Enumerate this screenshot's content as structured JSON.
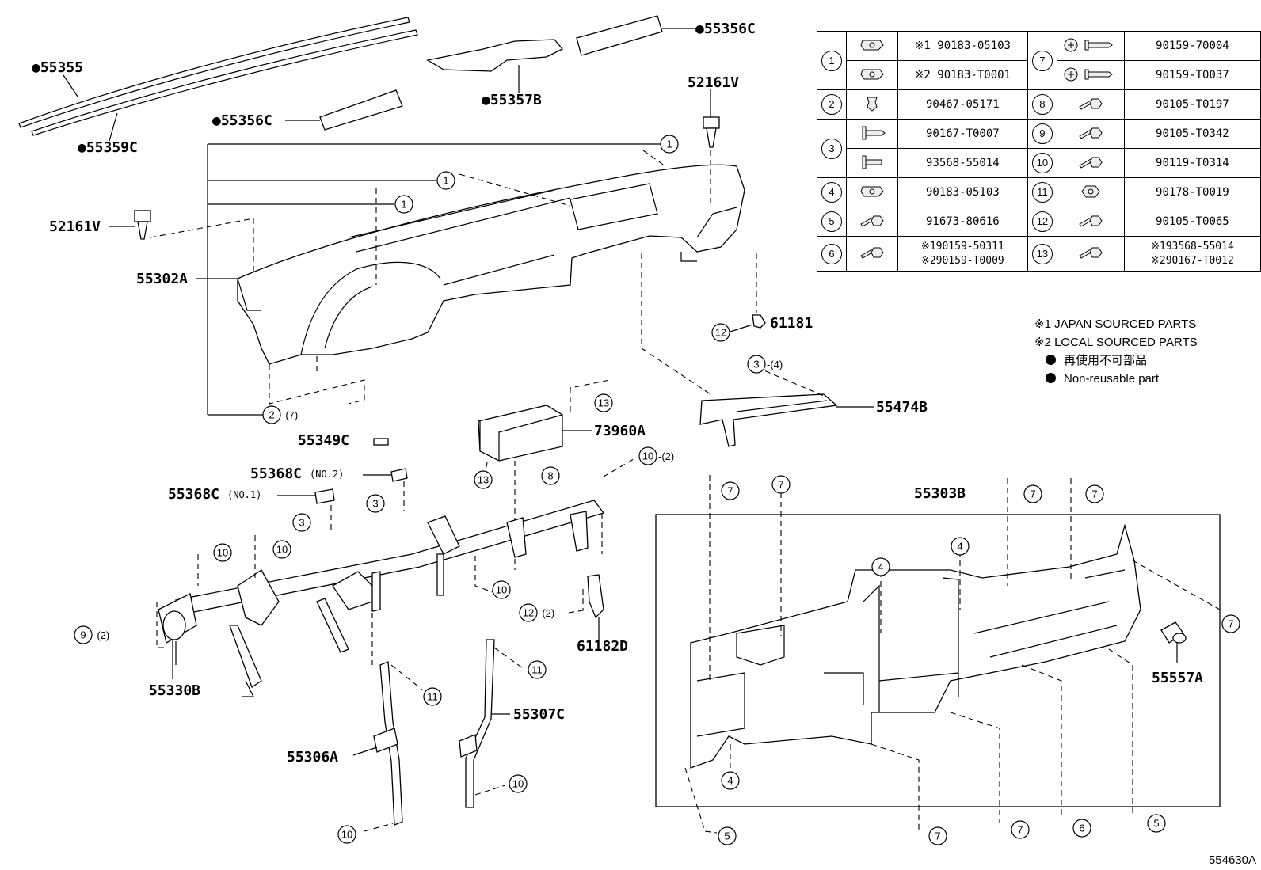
{
  "callouts": {
    "p55355": "●55355",
    "p55359c": "●55359C",
    "p55356c_top": "●55356C",
    "p55356c_mid": "●55356C",
    "p55357b": "●55357B",
    "p52161v_right": "52161V",
    "p52161v_left": "52161V",
    "p55302a": "55302A",
    "p61181": "61181",
    "p55474b": "55474B",
    "p73960a": "73960A",
    "p55349c": "55349C",
    "p55368c_no2": "55368C",
    "p55368c_no2_note": "(NO.2)",
    "p55368c_no1": "55368C",
    "p55368c_no1_note": "(NO.1)",
    "p55330b": "55330B",
    "p61182d": "61182D",
    "p55306a": "55306A",
    "p55307c": "55307C",
    "p55303b": "55303B",
    "p55557a": "55557A"
  },
  "markers": {
    "n1": "1",
    "n2": "2",
    "n3": "3",
    "n4": "4",
    "n5": "5",
    "n6": "6",
    "n7": "7",
    "n8": "8",
    "n9": "9",
    "n10": "10",
    "n11": "11",
    "n12": "12",
    "n13": "13",
    "q7": "-(7)",
    "q4": "-(4)",
    "q2": "-(2)"
  },
  "fastener_table": {
    "r1a_pn": "※1 90183-05103",
    "r1b_pn": "※2 90183-T0001",
    "r2_pn": "90467-05171",
    "r3a_pn": "90167-T0007",
    "r3b_pn": "93568-55014",
    "r4_pn": "90183-05103",
    "r5_pn": "91673-80616",
    "r6_pn_a": "※190159-50311",
    "r6_pn_b": "※290159-T0009",
    "r7a_pn": "90159-70004",
    "r7b_pn": "90159-T0037",
    "r8_pn": "90105-T0197",
    "r9_pn": "90105-T0342",
    "r10_pn": "90119-T0314",
    "r11_pn": "90178-T0019",
    "r12_pn": "90105-T0065",
    "r13_pn_a": "※193568-55014",
    "r13_pn_b": "※290167-T0012"
  },
  "legend": {
    "japan": "※1  JAPAN SOURCED PARTS",
    "local": "※2  LOCAL SOURCED PARTS",
    "nonreuse_jp": "再使用不可部品",
    "nonreuse_en": "Non-reusable part"
  },
  "diagram_id": "554630A",
  "icons": {
    "nut_clip": "u-nut-clip-icon",
    "push_clip": "push-clip-icon",
    "screw": "screw-icon",
    "bolt": "hex-bolt-icon",
    "nut": "hex-nut-icon"
  }
}
